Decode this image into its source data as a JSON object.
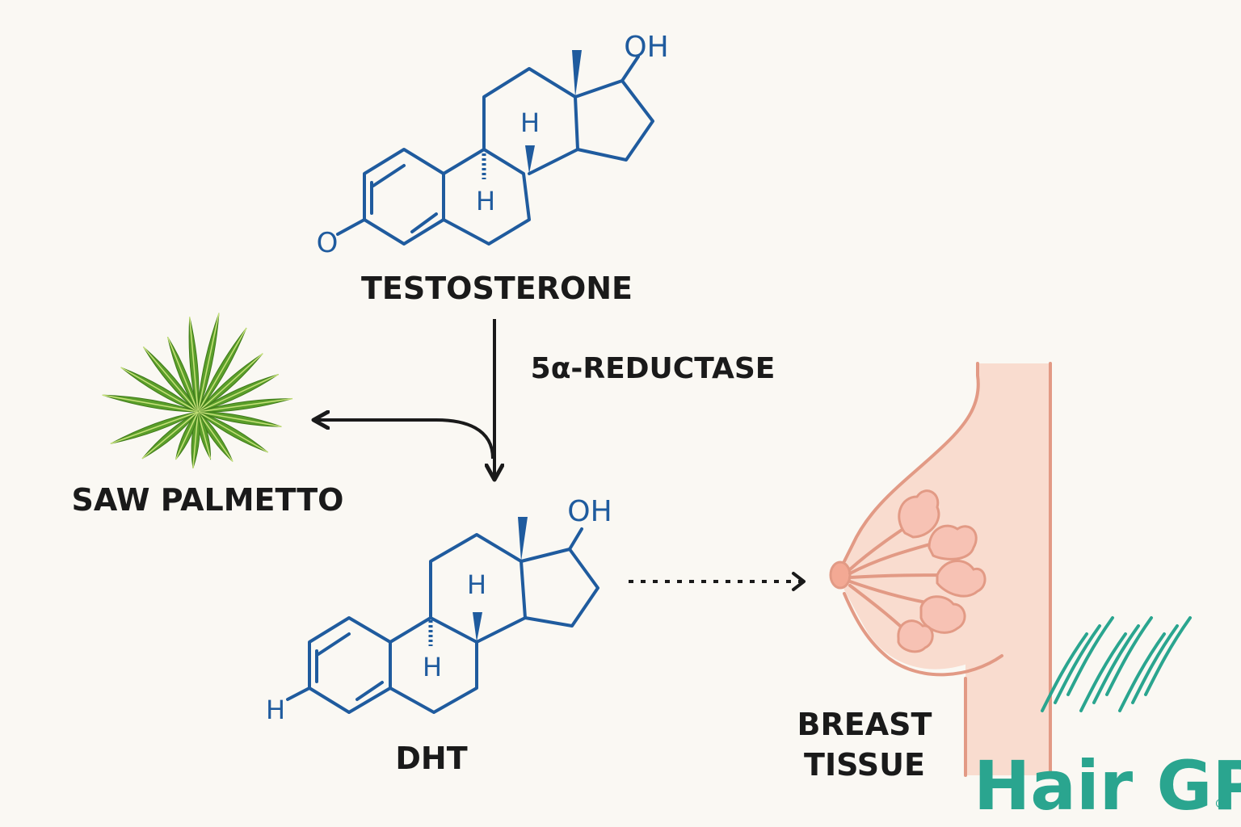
{
  "molecules": {
    "testosterone": {
      "name": "TESTOSTERONE",
      "substituent_top": "OH",
      "substituent_left": "O",
      "stereo_h_upper": "H",
      "stereo_h_lower": "H"
    },
    "dht": {
      "name": "DHT",
      "substituent_top": "OH",
      "substituent_left": "H",
      "stereo_h_upper": "H",
      "stereo_h_lower": "H"
    }
  },
  "enzyme": {
    "label": "5α-REDUCTASE"
  },
  "inhibitor": {
    "label": "SAW PALMETTO",
    "icon": "palm-leaf-icon"
  },
  "target": {
    "label_line1": "BREAST",
    "label_line2": "TISSUE",
    "icon": "breast-icon"
  },
  "brand": {
    "name": "Hair GP",
    "mark": "®",
    "color": "#2aa58f"
  },
  "colors": {
    "molecule": "#1f5b9e",
    "text": "#1a1a1a",
    "tissue_stroke": "#e29a85",
    "tissue_fill": "#f9dccf",
    "leaf": "#5a9e2a"
  }
}
